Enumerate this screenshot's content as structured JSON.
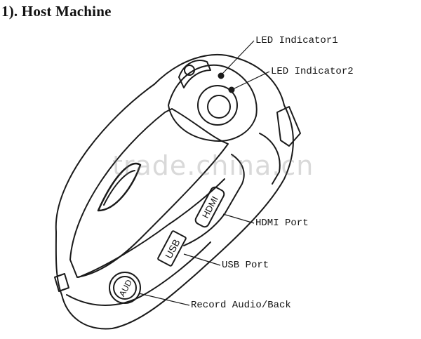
{
  "title": "1). Host Machine",
  "callouts": {
    "led1": "LED Indicator1",
    "led2": "LED Indicator2",
    "hdmi_port": "HDMI Port",
    "usb_port": "USB Port",
    "record_audio": "Record Audio/Back"
  },
  "device_markings": {
    "hdmi": "HDMI",
    "usb": "USB",
    "aud": "AUD"
  },
  "watermark": "trade.china.cn"
}
